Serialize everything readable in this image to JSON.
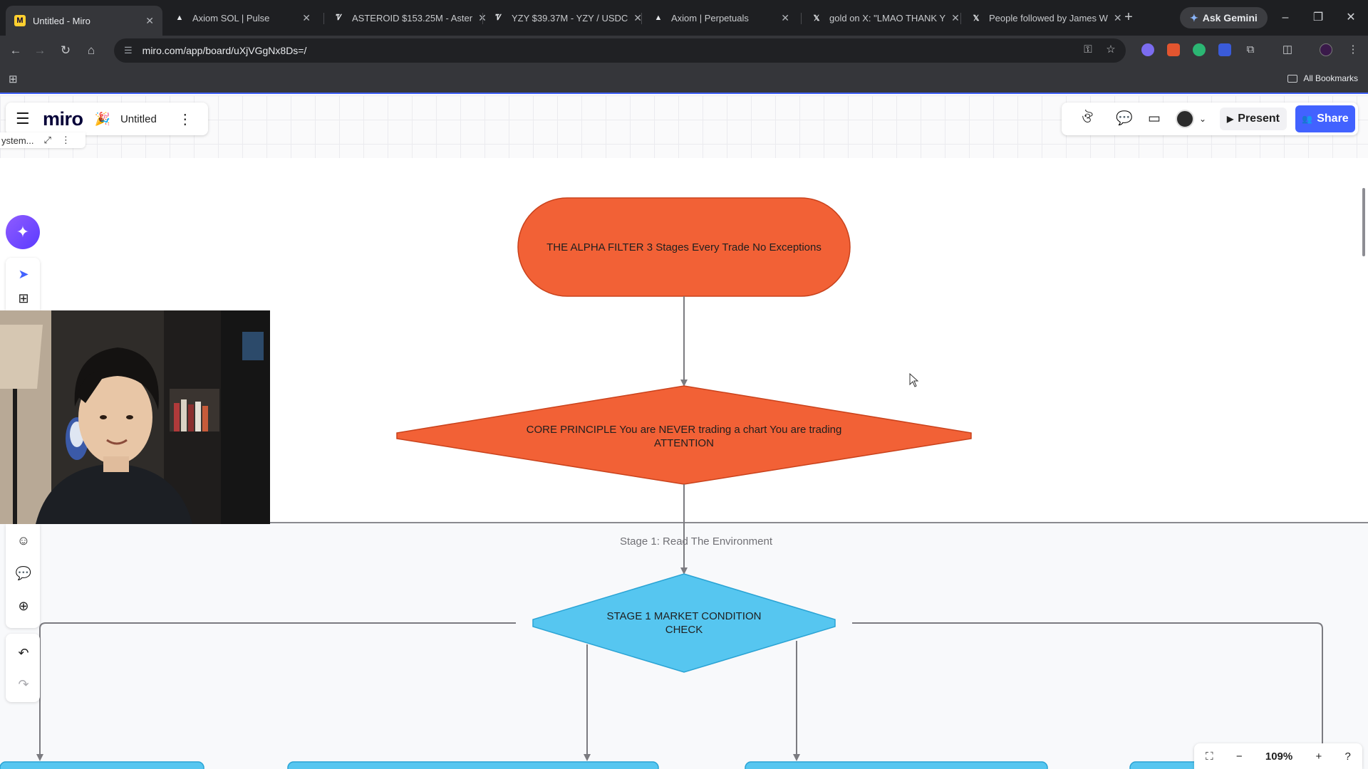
{
  "browser": {
    "tabs": [
      {
        "title": "Untitled - Miro",
        "favicon": "miro-favicon",
        "active": true
      },
      {
        "title": "Axiom SOL | Pulse",
        "favicon": "axiom-favicon",
        "active": false
      },
      {
        "title": "ASTEROID $153.25M - Aster",
        "favicon": "dex-favicon",
        "active": false
      },
      {
        "title": "YZY $39.37M - YZY / USDC",
        "favicon": "dex-favicon",
        "active": false
      },
      {
        "title": "Axiom | Perpetuals",
        "favicon": "axiom-favicon",
        "active": false
      },
      {
        "title": "gold on X: \"LMAO THANK Y",
        "favicon": "x-favicon",
        "active": false
      },
      {
        "title": "People followed by James W",
        "favicon": "x-favicon",
        "active": false
      }
    ],
    "ask_gemini_label": "Ask Gemini",
    "url": "miro.com/app/board/uXjVGgNx8Ds=/",
    "all_bookmarks_label": "All Bookmarks"
  },
  "miro": {
    "logo": "miro",
    "board_title": "Untitled",
    "subbar_text": "ystem...",
    "present_label": "Present",
    "share_label": "Share",
    "zoom_level": "109%",
    "accent_color": "#4262ff"
  },
  "diagram": {
    "title_node": "THE ALPHA FILTER 3 Stages Every Trade No Exceptions",
    "core_node_line1": "CORE PRINCIPLE You are NEVER trading a chart You are trading",
    "core_node_line2": "ATTENTION",
    "stage_frame_label": "Stage 1: Read The Environment",
    "stage1_line1": "STAGE 1 MARKET CONDITION",
    "stage1_line2": "CHECK",
    "colors": {
      "orange": "#f26136",
      "blue": "#56c6f0",
      "connector": "#7b7b80"
    }
  }
}
